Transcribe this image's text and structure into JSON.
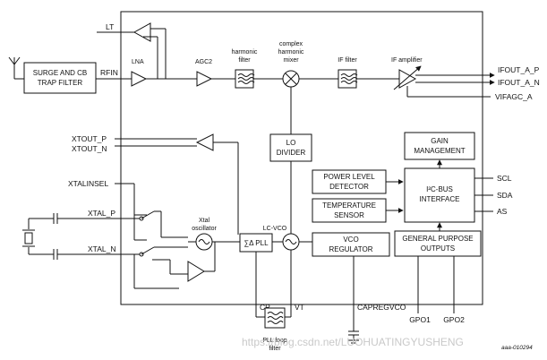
{
  "blocks": {
    "surge": [
      "SURGE AND CB",
      "TRAP FILTER"
    ],
    "lo_divider": [
      "LO",
      "DIVIDER"
    ],
    "gain": [
      "GAIN",
      "MANAGEMENT"
    ],
    "power": [
      "POWER LEVEL",
      "DETECTOR"
    ],
    "temp": [
      "TEMPERATURE",
      "SENSOR"
    ],
    "i2c": [
      "I²C-BUS",
      "INTERFACE"
    ],
    "vco_reg": [
      "VCO",
      "REGULATOR"
    ],
    "gpo": [
      "GENERAL PURPOSE",
      "OUTPUTS"
    ],
    "pll": "∑Δ PLL"
  },
  "stage_labels": {
    "lna": "LNA",
    "agc2": "AGC2",
    "harmonic_filter": [
      "harmonic",
      "filter"
    ],
    "complex_mixer": [
      "complex",
      "harmonic",
      "mixer"
    ],
    "if_filter": "IF filter",
    "if_amplifier": "IF amplifier",
    "xtal_osc": [
      "Xtal",
      "oscillator"
    ],
    "lc_vco": "LC-VCO",
    "pll_loop_filter": [
      "PLL loop",
      "filter"
    ]
  },
  "pins": {
    "lt": "LT",
    "rfin": "RFIN",
    "ifout_a_p": "IFOUT_A_P",
    "ifout_a_n": "IFOUT_A_N",
    "vifagc_a": "VIFAGC_A",
    "xtout_p": "XTOUT_P",
    "xtout_n": "XTOUT_N",
    "xtalinsel": "XTALINSEL",
    "xtal_p": "XTAL_P",
    "xtal_n": "XTAL_N",
    "scl": "SCL",
    "sda": "SDA",
    "as": "AS",
    "cp": "CP",
    "vt": "VT",
    "capregvco": "CAPREGVCO",
    "gpo1": "GPO1",
    "gpo2": "GPO2"
  },
  "figure_id": "aaa-010294",
  "watermark": "https://blog.csdn.net/LUOHUATINGYUSHENG"
}
